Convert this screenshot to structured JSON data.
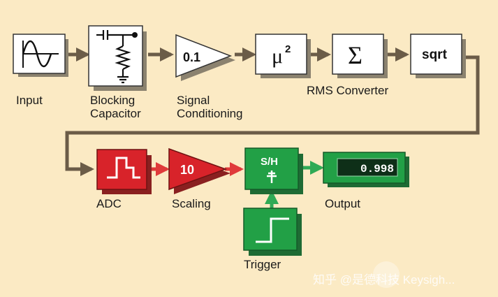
{
  "blocks": {
    "input": {
      "label": "Input"
    },
    "blocking_capacitor": {
      "label_line1": "Blocking",
      "label_line2": "Capacitor"
    },
    "signal_conditioning": {
      "gain_text": "0.1",
      "label_line1": "Signal",
      "label_line2": "Conditioning"
    },
    "square": {
      "symbol": "μ",
      "exponent": "2"
    },
    "sum": {
      "symbol": "Σ"
    },
    "sqrt": {
      "symbol": "sqrt"
    },
    "rms_converter": {
      "label": "RMS Converter"
    },
    "adc": {
      "label": "ADC"
    },
    "scaling": {
      "gain_text": "10",
      "label": "Scaling"
    },
    "sample_hold": {
      "symbol": "S/H"
    },
    "output": {
      "display_value": "0.998",
      "label": "Output"
    },
    "trigger": {
      "label": "Trigger"
    }
  },
  "watermark": {
    "text": "知乎 @是德科技 Keysigh..."
  },
  "colors": {
    "background": "#fbeac4",
    "gray_block": "#ffffff",
    "red_block": "#d8232a",
    "green_block": "#22a046",
    "gray_arrow": "#6b5c48",
    "red_arrow": "#e03a3a",
    "green_arrow": "#2faa55"
  }
}
